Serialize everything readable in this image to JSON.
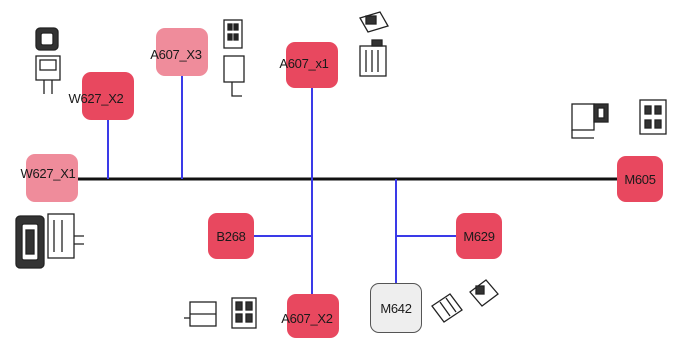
{
  "diagram": {
    "colors": {
      "bus_line": "#111111",
      "branch_line": "#3a3ae8",
      "node_red": "#e8485f",
      "node_pink": "#ef8c9b",
      "node_grey": "#eeeeee",
      "node_grey_border": "#555555"
    },
    "nodes": [
      {
        "id": "w627-x1",
        "label": "W627_X1",
        "style": "pink"
      },
      {
        "id": "w627-x2",
        "label": "W627_X2",
        "style": "red"
      },
      {
        "id": "a607-x3",
        "label": "A607_X3",
        "style": "pink"
      },
      {
        "id": "a607-x1",
        "label": "A607_x1",
        "style": "red"
      },
      {
        "id": "m605",
        "label": "M605",
        "style": "red"
      },
      {
        "id": "b268",
        "label": "B268",
        "style": "red"
      },
      {
        "id": "m629",
        "label": "M629",
        "style": "red"
      },
      {
        "id": "m642",
        "label": "M642",
        "style": "grey"
      },
      {
        "id": "a607-x2",
        "label": "A607_X2",
        "style": "red"
      }
    ],
    "connector_icons": [
      "connector-w627-x2-icon",
      "connector-a607-x3-icon",
      "connector-a607-x1-icon",
      "connector-m605-icon",
      "connector-w627-x1-icon",
      "connector-a607-x2-icon",
      "connector-m642-icon"
    ]
  }
}
